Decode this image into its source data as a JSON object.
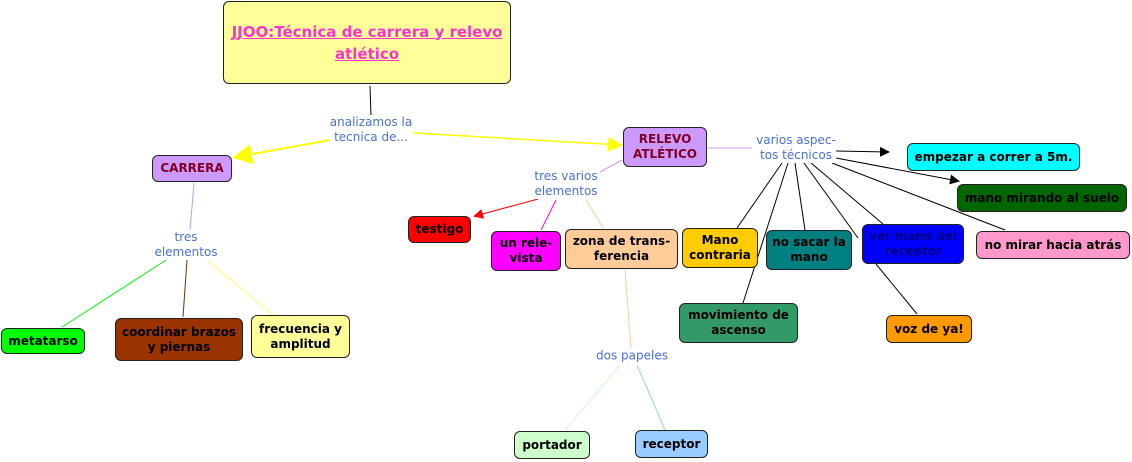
{
  "title": "JJOO:Técnica de carrera y relevo atlético",
  "links": {
    "analizamos": "analizamos la\ntecnica de...",
    "tres_elementos": "tres\nelementos",
    "tres_varios": "tres varios\nelementos",
    "varios_aspectos": "varios aspec-\ntos técnicos",
    "dos_papeles": "dos papeles"
  },
  "nodes": {
    "carrera": "CARRERA",
    "relevo": "RELEVO ATLÉTICO",
    "metatarso": "metatarso",
    "coordinar": "coordinar brazos y piernas",
    "frecuencia": "frecuencia y amplitud",
    "testigo": "testigo",
    "relevista": "un rele-vista",
    "zona": "zona de trans-ferencia",
    "portador": "portador",
    "receptor": "receptor",
    "empezar": "empezar a correr a 5m.",
    "mano_suelo": "mano mirando al suelo",
    "no_mirar": "no mirar hacia atrás",
    "ver_mano": "ver mano del receptor",
    "no_sacar": "no sacar la mano",
    "mano_contraria": "Mano contraria",
    "movimiento": "movimiento de ascenso",
    "voz": "voz de ya!"
  }
}
